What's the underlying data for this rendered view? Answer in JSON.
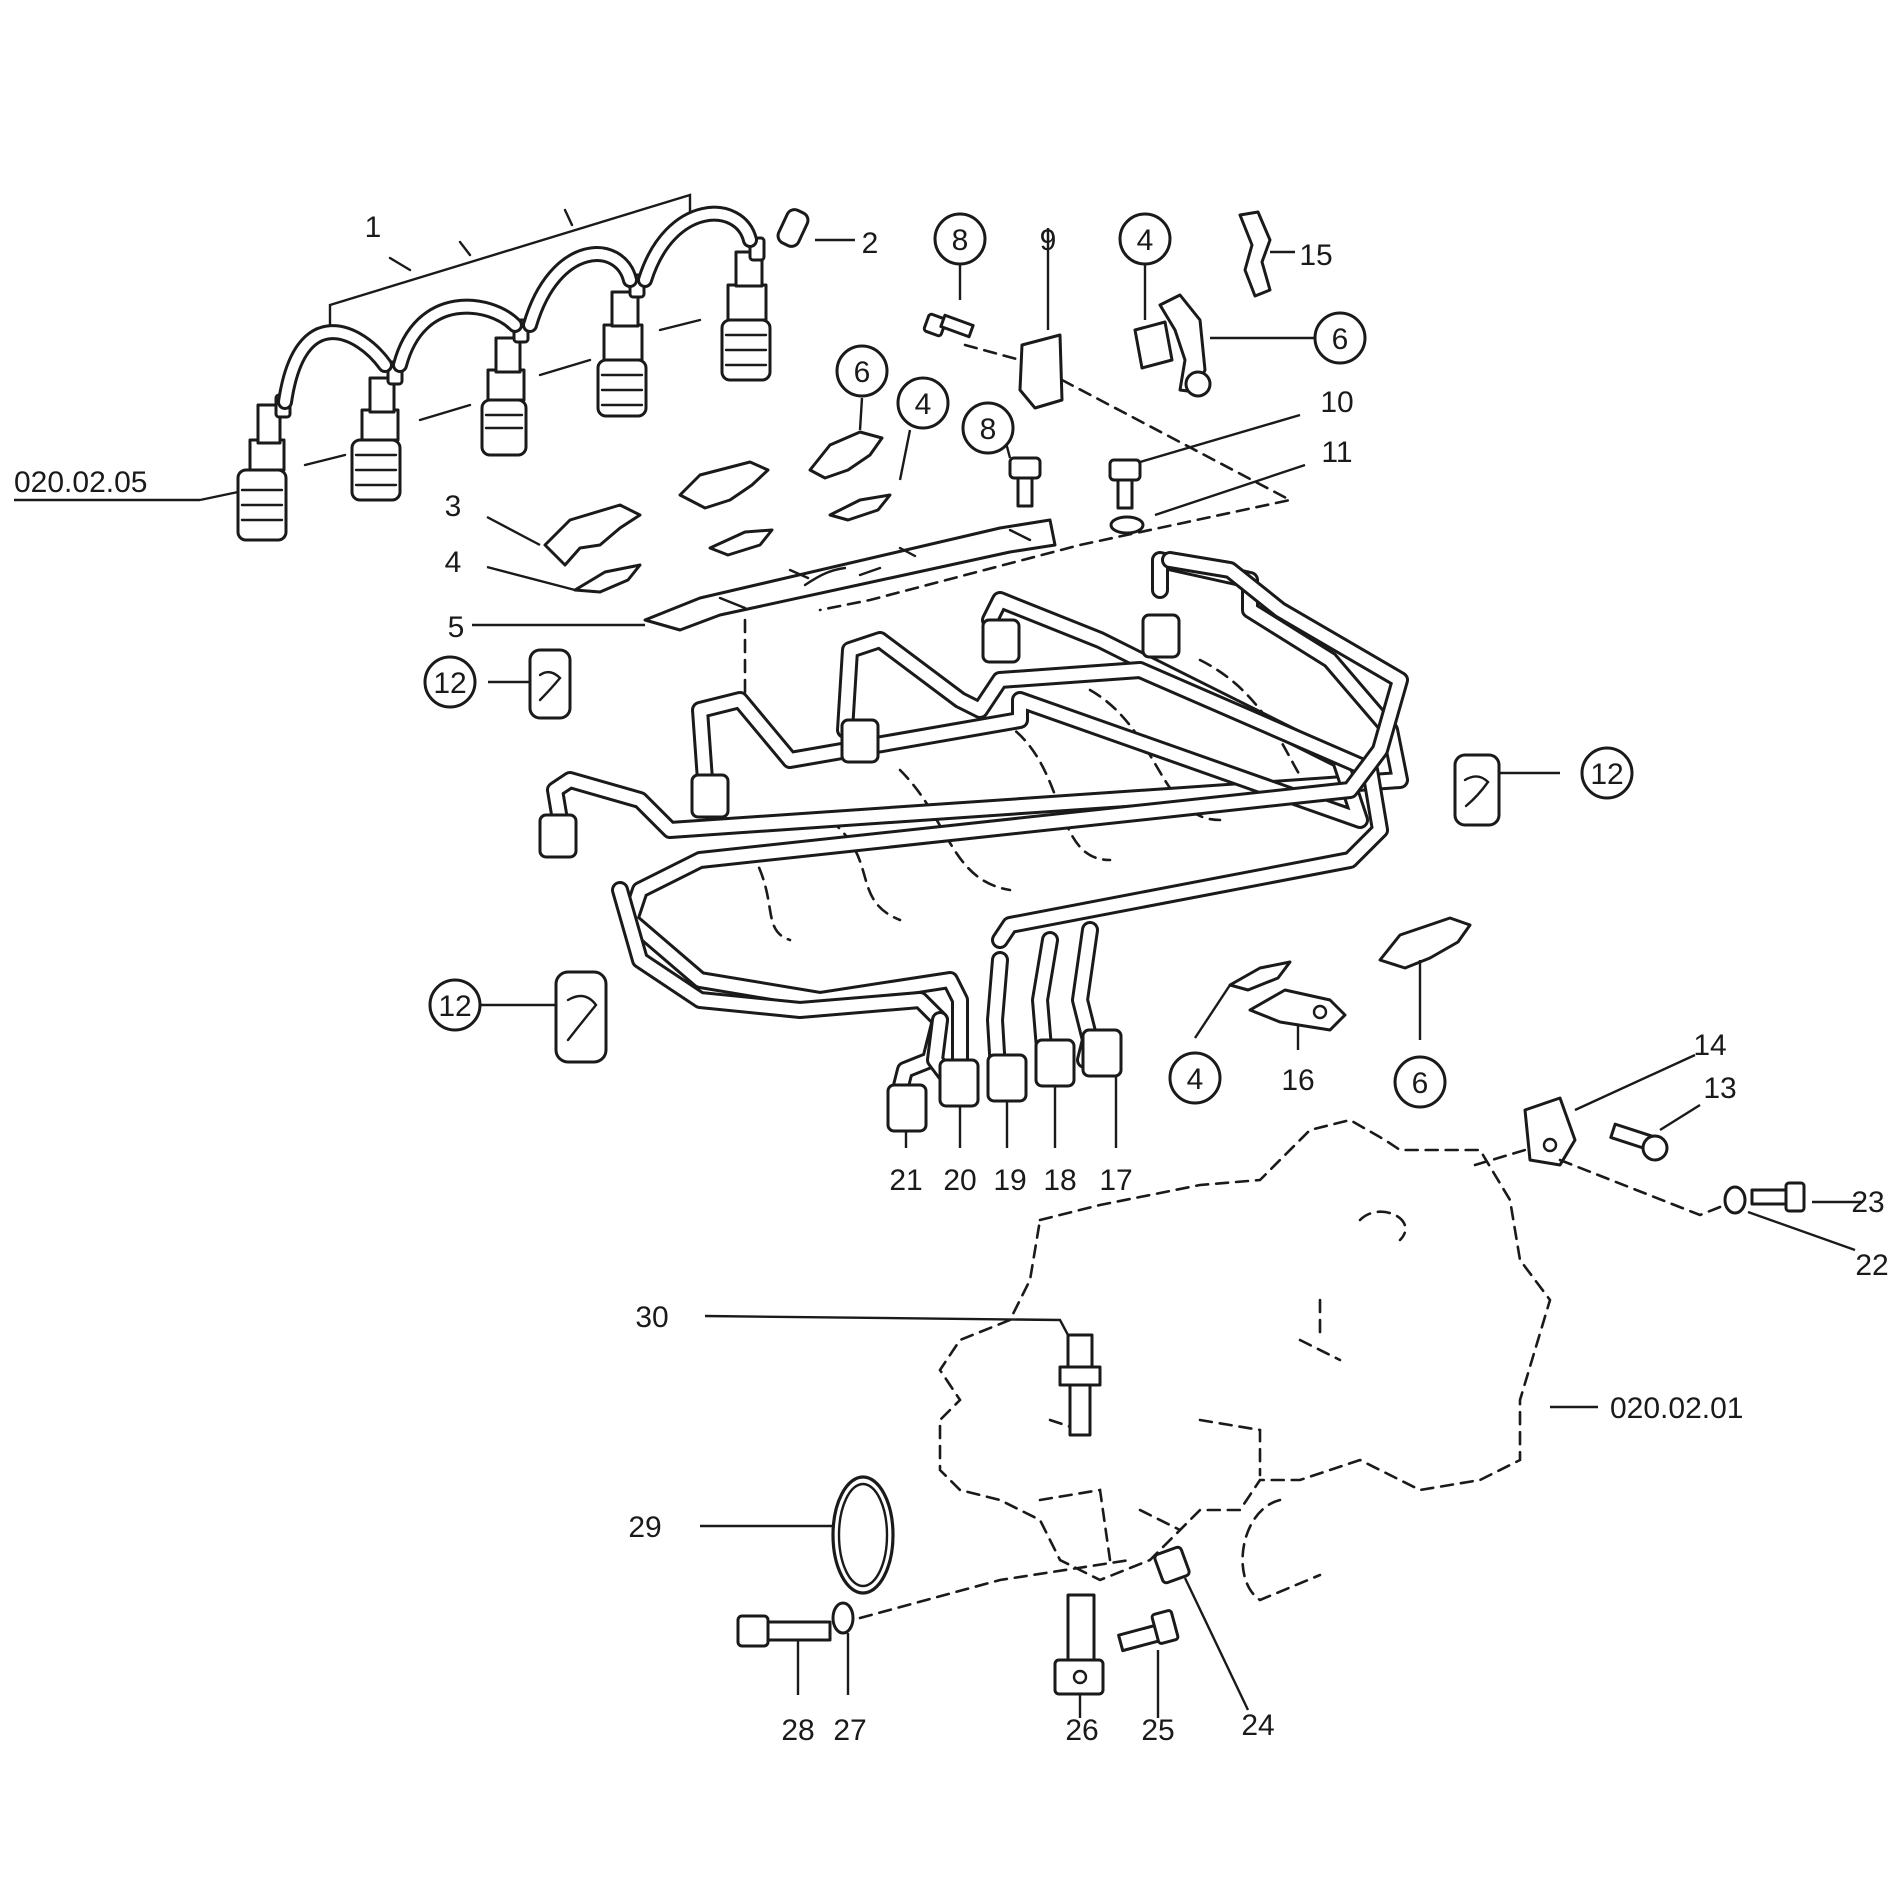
{
  "callouts": {
    "c1": "1",
    "c2": "2",
    "c3": "3",
    "c4a": "4",
    "c5": "5",
    "c6a": "6",
    "c4b": "4",
    "c8a": "8",
    "c8b": "8",
    "c9": "9",
    "c4c": "4",
    "c15": "15",
    "c6b": "6",
    "c10": "10",
    "c11": "11",
    "c12a": "12",
    "c12b": "12",
    "c12c": "12",
    "c4d": "4",
    "c16": "16",
    "c6c": "6",
    "c14": "14",
    "c13": "13",
    "c23": "23",
    "c22": "22",
    "c21": "21",
    "c20": "20",
    "c19": "19",
    "c18": "18",
    "c17": "17",
    "c30": "30",
    "c29": "29",
    "c28": "28",
    "c27": "27",
    "c26": "26",
    "c25": "25",
    "c24": "24"
  },
  "references": {
    "injectors": "020.02.05",
    "pump": "020.02.01"
  }
}
